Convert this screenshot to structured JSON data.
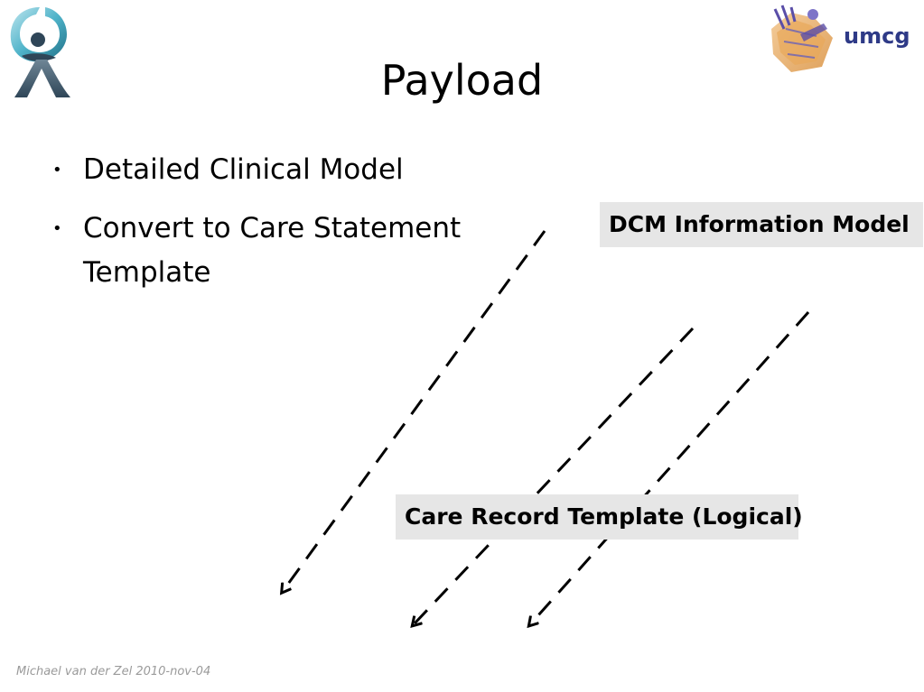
{
  "slide": {
    "title": "Payload",
    "bullets": [
      {
        "text": "Detailed Clinical Model"
      },
      {
        "text": "Convert to Care Statement Template"
      }
    ],
    "labels": {
      "dcm": "DCM Information Model",
      "care_record": "Care Record Template (Logical)"
    },
    "logo_right": {
      "text": "umcg",
      "color": "#2e3a87"
    },
    "footer": "Michael van der Zel 2010-nov-04",
    "colors": {
      "label_background": "#e6e6e6",
      "footer_text": "#9a9a9a"
    }
  }
}
